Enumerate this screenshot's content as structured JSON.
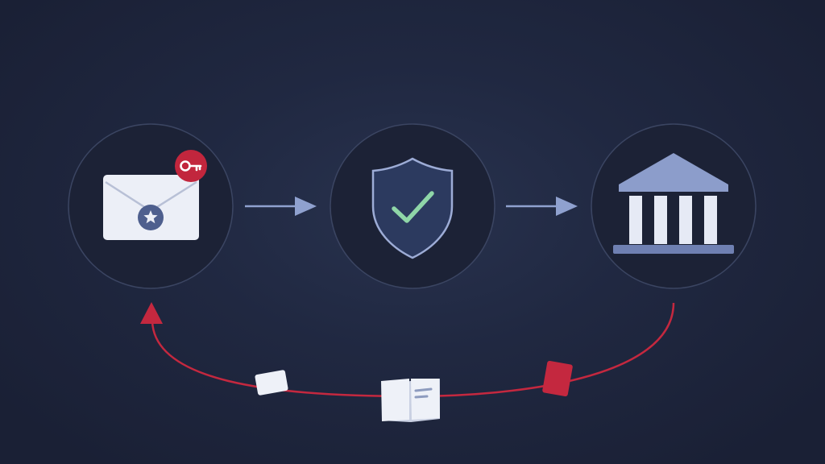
{
  "diagram": {
    "nodes": [
      {
        "id": "envelope",
        "icon": "sealed-envelope-icon",
        "badge_icon": "key-icon",
        "seal_icon": "star-icon"
      },
      {
        "id": "shield",
        "icon": "shield-check-icon"
      },
      {
        "id": "bank",
        "icon": "bank-building-icon"
      }
    ],
    "edges": [
      {
        "from": "envelope",
        "to": "shield",
        "style": "forward-arrow"
      },
      {
        "from": "shield",
        "to": "bank",
        "style": "forward-arrow"
      },
      {
        "from": "bank",
        "to": "envelope",
        "style": "return-curve"
      }
    ],
    "return_path_items": [
      {
        "icon": "card-icon"
      },
      {
        "icon": "open-document-icon"
      },
      {
        "icon": "red-card-icon"
      }
    ]
  },
  "colors": {
    "background": "#1f2740",
    "circle_fill": "#1c2236",
    "circle_stroke": "#3b4562",
    "envelope": "#eceff7",
    "envelope_fold": "#b8c0d6",
    "seal": "#4e5f8e",
    "key_badge": "#c2263d",
    "arrow": "#8fa1cf",
    "shield_fill": "#2c3a5f",
    "shield_stroke": "#9dacd6",
    "check": "#8fd6a8",
    "bank_roof": "#8c9dcb",
    "bank_columns": "#e6eaf5",
    "bank_base": "#6f80b2",
    "return_curve": "#c4283f",
    "doc_light": "#eef1f8",
    "doc_red": "#c4283f"
  }
}
